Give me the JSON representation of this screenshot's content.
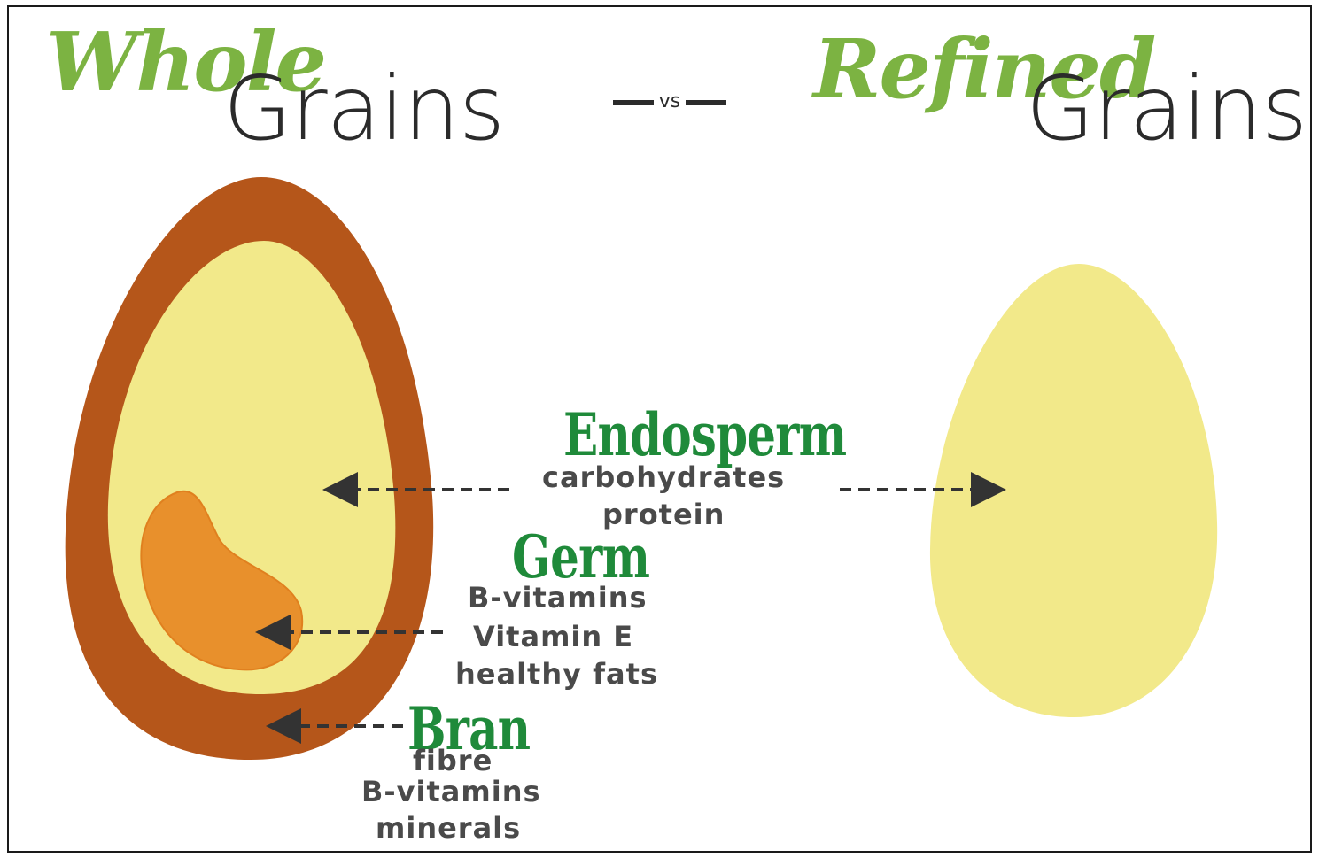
{
  "header": {
    "left_script": "Whole",
    "left_word": "Grains",
    "vs": "vs",
    "right_script": "Refined",
    "right_word": "Grains"
  },
  "parts": {
    "endosperm": {
      "name": "Endosperm",
      "nutrients": [
        "carbohydrates",
        "protein"
      ]
    },
    "germ": {
      "name": "Germ",
      "nutrients": [
        "B-vitamins",
        "Vitamin E",
        "healthy fats"
      ]
    },
    "bran": {
      "name": "Bran",
      "nutrients": [
        "fibre",
        "B-vitamins",
        "minerals"
      ]
    }
  },
  "colors": {
    "bran": "#b5561a",
    "endosperm": "#f2e98a",
    "germ": "#e8902c",
    "refined_endosperm": "#f2e98a",
    "label_green": "#1f8a3a",
    "script_green": "#7cb342",
    "text_gray": "#4a4a4a",
    "arrow": "#333333"
  }
}
